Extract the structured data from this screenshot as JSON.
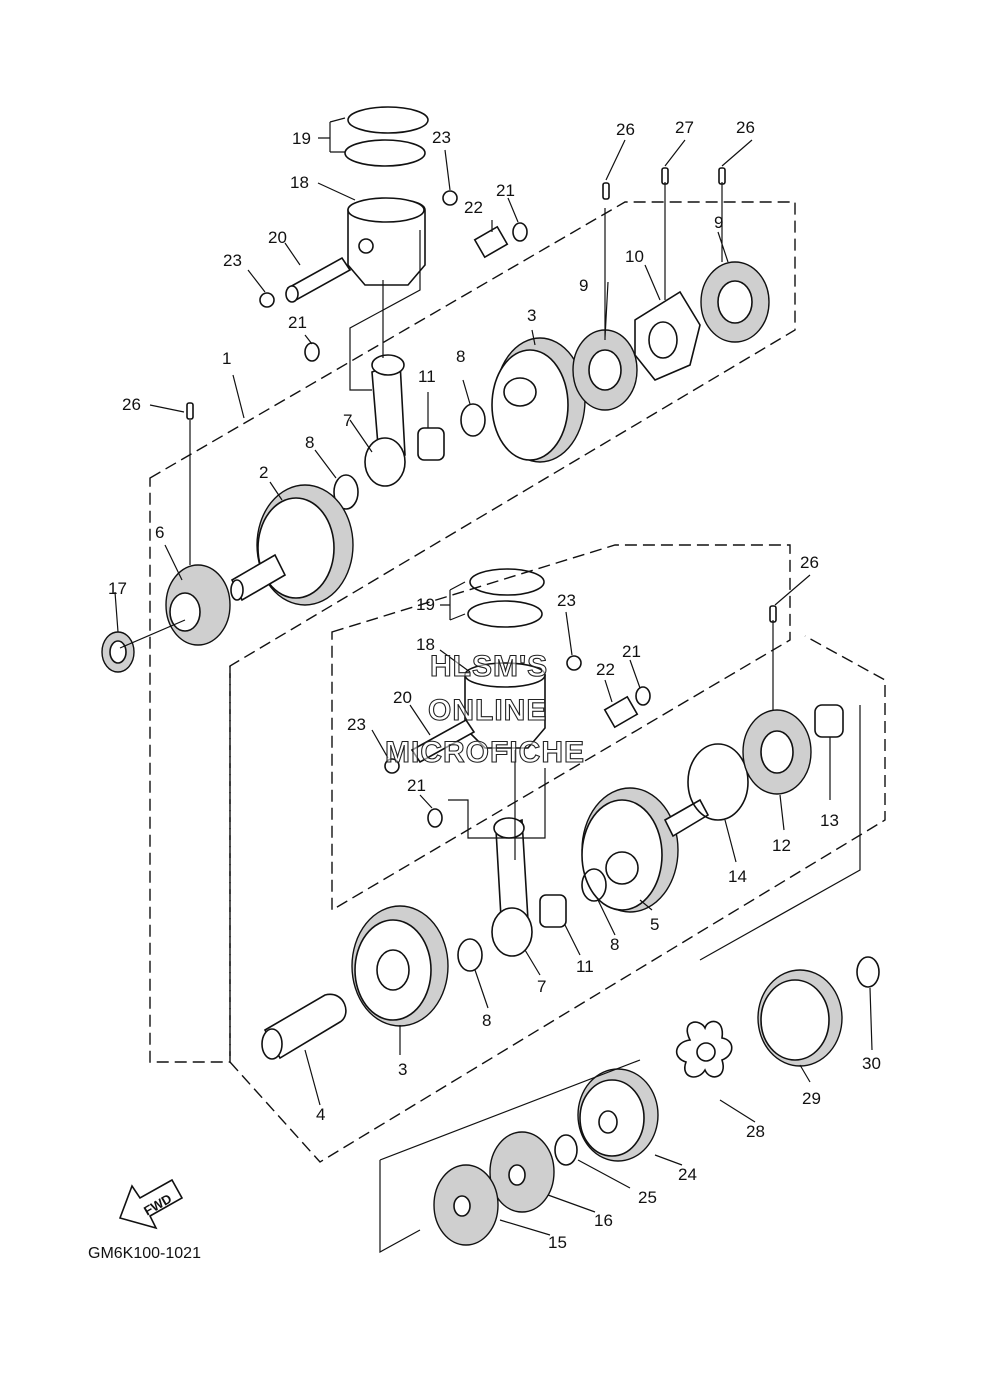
{
  "diagram": {
    "code": "GM6K100-1021",
    "fwd_label": "FWD",
    "watermark": [
      "HLSM'S",
      "ONLINE",
      "MICROFICHE"
    ]
  },
  "callouts": [
    {
      "id": "c19a",
      "text": "19"
    },
    {
      "id": "c23a",
      "text": "23"
    },
    {
      "id": "c18a",
      "text": "18"
    },
    {
      "id": "c21a",
      "text": "21"
    },
    {
      "id": "c22a",
      "text": "22"
    },
    {
      "id": "c20a",
      "text": "20"
    },
    {
      "id": "c23b",
      "text": "23"
    },
    {
      "id": "c21b",
      "text": "21"
    },
    {
      "id": "c26a",
      "text": "26"
    },
    {
      "id": "c27",
      "text": "27"
    },
    {
      "id": "c26b",
      "text": "26"
    },
    {
      "id": "c9a",
      "text": "9"
    },
    {
      "id": "c9b",
      "text": "9"
    },
    {
      "id": "c10",
      "text": "10"
    },
    {
      "id": "c3a",
      "text": "3"
    },
    {
      "id": "c1",
      "text": "1"
    },
    {
      "id": "c8a",
      "text": "8"
    },
    {
      "id": "c11a",
      "text": "11"
    },
    {
      "id": "c26c",
      "text": "26"
    },
    {
      "id": "c7a",
      "text": "7"
    },
    {
      "id": "c8b",
      "text": "8"
    },
    {
      "id": "c2",
      "text": "2"
    },
    {
      "id": "c6",
      "text": "6"
    },
    {
      "id": "c17",
      "text": "17"
    },
    {
      "id": "c26d",
      "text": "26"
    },
    {
      "id": "c19b",
      "text": "19"
    },
    {
      "id": "c23c",
      "text": "23"
    },
    {
      "id": "c18b",
      "text": "18"
    },
    {
      "id": "c21c",
      "text": "21"
    },
    {
      "id": "c22b",
      "text": "22"
    },
    {
      "id": "c20b",
      "text": "20"
    },
    {
      "id": "c23d",
      "text": "23"
    },
    {
      "id": "c21d",
      "text": "21"
    },
    {
      "id": "c13",
      "text": "13"
    },
    {
      "id": "c12",
      "text": "12"
    },
    {
      "id": "c14",
      "text": "14"
    },
    {
      "id": "c5",
      "text": "5"
    },
    {
      "id": "c8c",
      "text": "8"
    },
    {
      "id": "c11b",
      "text": "11"
    },
    {
      "id": "c7b",
      "text": "7"
    },
    {
      "id": "c8d",
      "text": "8"
    },
    {
      "id": "c3b",
      "text": "3"
    },
    {
      "id": "c4",
      "text": "4"
    },
    {
      "id": "c30",
      "text": "30"
    },
    {
      "id": "c29",
      "text": "29"
    },
    {
      "id": "c28",
      "text": "28"
    },
    {
      "id": "c24",
      "text": "24"
    },
    {
      "id": "c25",
      "text": "25"
    },
    {
      "id": "c16",
      "text": "16"
    },
    {
      "id": "c15",
      "text": "15"
    }
  ]
}
